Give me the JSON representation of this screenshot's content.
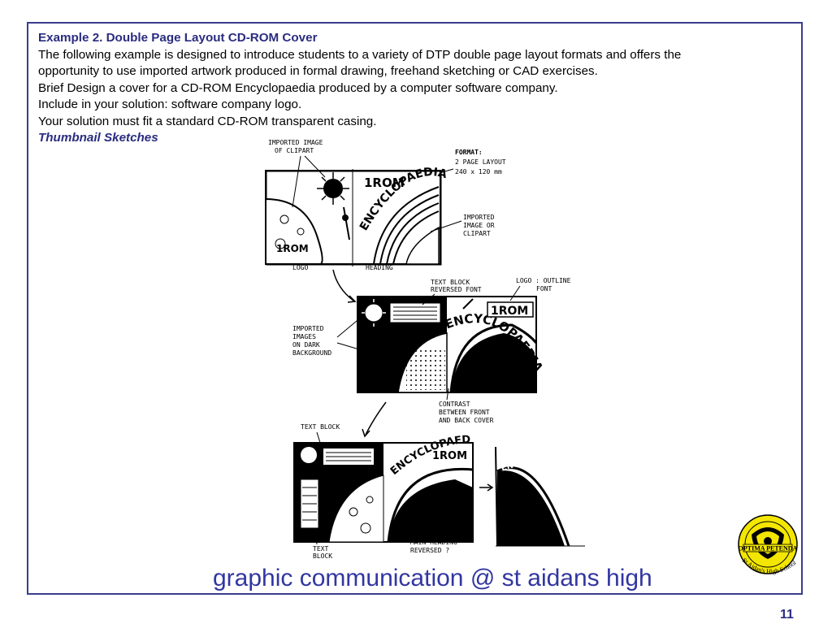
{
  "heading": "Example 2. Double Page Layout CD-ROM Cover",
  "paragraph_lines": [
    "The following example is designed to introduce students to a variety of DTP double page layout formats and offers the",
    "opportunity to use imported artwork produced in formal drawing, freehand sketching or CAD exercises.",
    "Brief Design a cover for a CD-ROM Encyclopaedia produced by a computer software company.",
    "Include in your solution: software company logo.",
    "Your solution must fit a standard CD-ROM transparent casing."
  ],
  "thumbnail_heading": "Thumbnail Sketches",
  "sketch": {
    "rom_logo": "1ROM",
    "encyclopaedia": "ENCYCLOPAEDIA",
    "format_lines": [
      "FORMAT:",
      "2 PAGE LAYOUT",
      "240 x 120 mm"
    ],
    "imported_clipart_top": [
      "IMPORTED IMAGE",
      "OF CLIPART"
    ],
    "imported_clipart_right": [
      "IMPORTED",
      "IMAGE OR",
      "CLIPART"
    ],
    "label_logo": "LOGO",
    "label_heading": "HEADING",
    "label_text_block_reversed": [
      "TEXT BLOCK",
      "REVERSED FONT"
    ],
    "label_logo_outline": [
      "LOGO : OUTLINE",
      "FONT"
    ],
    "label_imported_dark": [
      "IMPORTED",
      "IMAGES",
      "ON DARK",
      "BACKGROUND"
    ],
    "label_contrast": [
      "CONTRAST",
      "BETWEEN FRONT",
      "AND BACK COVER"
    ],
    "label_text_block": "TEXT BLOCK",
    "label_text_block_bottom": [
      "TEXT",
      "BLOCK"
    ],
    "label_main_heading": [
      "MAIN HEADING",
      "REVERSED ?"
    ]
  },
  "crest": {
    "motto": "OPTIMA PETENDA",
    "school": "St Aidan's High School"
  },
  "footer": "graphic communication @ st aidans high",
  "page_number": "11"
}
